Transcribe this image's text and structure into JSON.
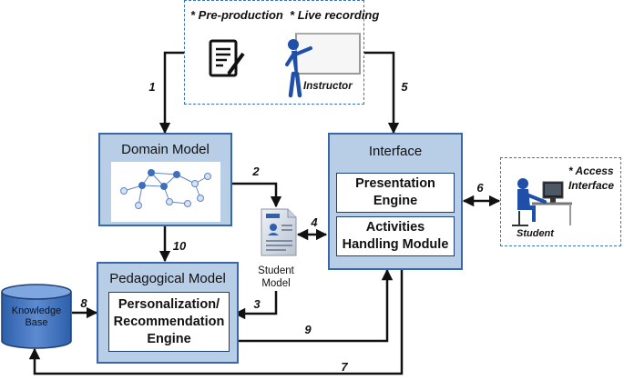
{
  "top_box": {
    "note": "* Pre-production  * Live recording",
    "instructor_label": "Instructor"
  },
  "domain_model": {
    "title": "Domain Model"
  },
  "interface": {
    "title": "Interface",
    "presentation_engine": "Presentation Engine",
    "activities_module": "Activities Handling Module"
  },
  "pedagogical_model": {
    "title": "Pedagogical Model",
    "engine": "Personalization/ Recommendation Engine"
  },
  "student_model": {
    "label": "Student Model"
  },
  "knowledge_base": {
    "label": "Knowledge Base"
  },
  "student_box": {
    "note": "* Access Interface",
    "student_label": "Student"
  },
  "arrows": [
    "1",
    "2",
    "3",
    "4",
    "5",
    "6",
    "7",
    "8",
    "9",
    "10"
  ],
  "colors": {
    "module_fill": "#b8cde6",
    "module_border": "#3a67a8",
    "arrow": "#111111",
    "dashed": "#3a73c4",
    "figure": "#1f4fa8"
  }
}
